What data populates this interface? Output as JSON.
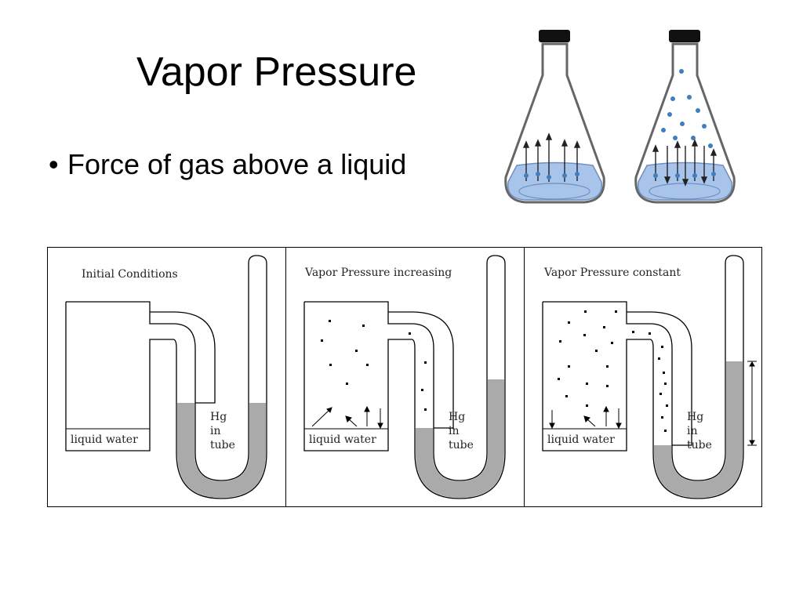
{
  "slide": {
    "title": "Vapor Pressure",
    "bullet": "Force of gas above a liquid"
  },
  "flasks": [
    {
      "name": "flask-open-evaporation"
    },
    {
      "name": "flask-closed-equilibrium"
    }
  ],
  "panels": [
    {
      "title": "Initial Conditions",
      "liquid_label": "liquid water",
      "hg_label": [
        "Hg",
        "in",
        "tube"
      ]
    },
    {
      "title": "Vapor Pressure increasing",
      "liquid_label": "liquid water",
      "hg_label": [
        "Hg",
        "in",
        "tube"
      ]
    },
    {
      "title": "Vapor Pressure constant",
      "liquid_label": "liquid water",
      "hg_label": [
        "Hg",
        "in",
        "tube"
      ]
    }
  ],
  "colors": {
    "mercury": "#aaaaaa",
    "liquid_blue": "#a9c4ea",
    "molecule_blue": "#3f7fbf",
    "stopper": "#111111"
  }
}
